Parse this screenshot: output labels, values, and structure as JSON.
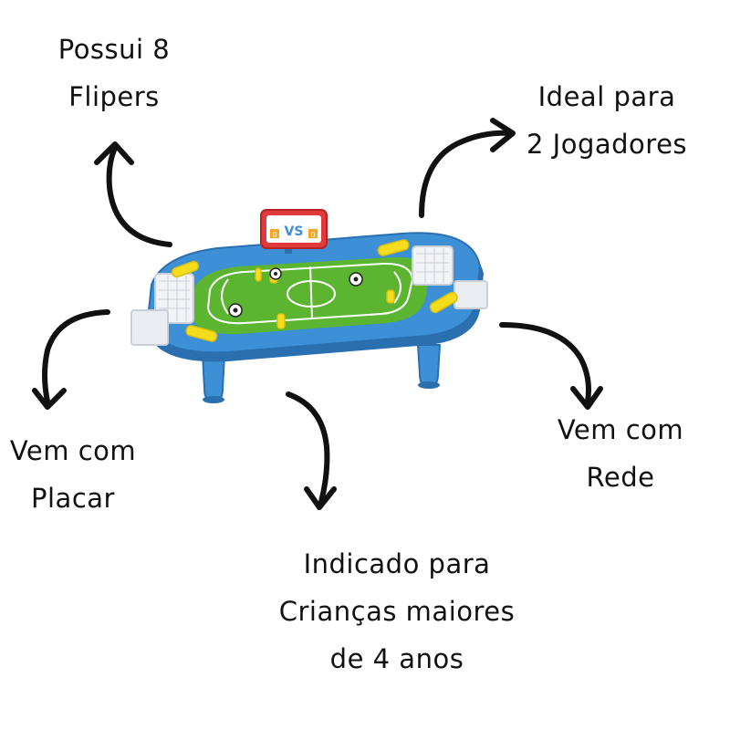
{
  "labels": {
    "flipers": {
      "line1": "Possui 8",
      "line2": "Flipers"
    },
    "jogadores": {
      "line1": "Ideal para",
      "line2": "2 Jogadores"
    },
    "placar": {
      "line1": "Vem com",
      "line2": "Placar"
    },
    "rede": {
      "line1": "Vem com",
      "line2": "Rede"
    },
    "idade": {
      "line1": "Indicado para",
      "line2": "Crianças maiores",
      "line3": "de 4 anos"
    }
  },
  "scoreboard": {
    "text": "VS",
    "left_score": "0",
    "right_score": "0"
  },
  "colors": {
    "frame": "#3d8fd6",
    "frame_dark": "#2a6fb0",
    "pitch": "#5cb531",
    "pitch_light": "#7fd04c",
    "flipper": "#f5dc1c",
    "goal_white": "#f1f3f6",
    "scoreboard_red": "#e23a3a",
    "ink": "#111111"
  },
  "icons": [
    "arrow-up-left-icon",
    "arrow-up-right-icon",
    "arrow-down-left-icon",
    "arrow-down-right-icon",
    "arrow-down-center-icon"
  ]
}
